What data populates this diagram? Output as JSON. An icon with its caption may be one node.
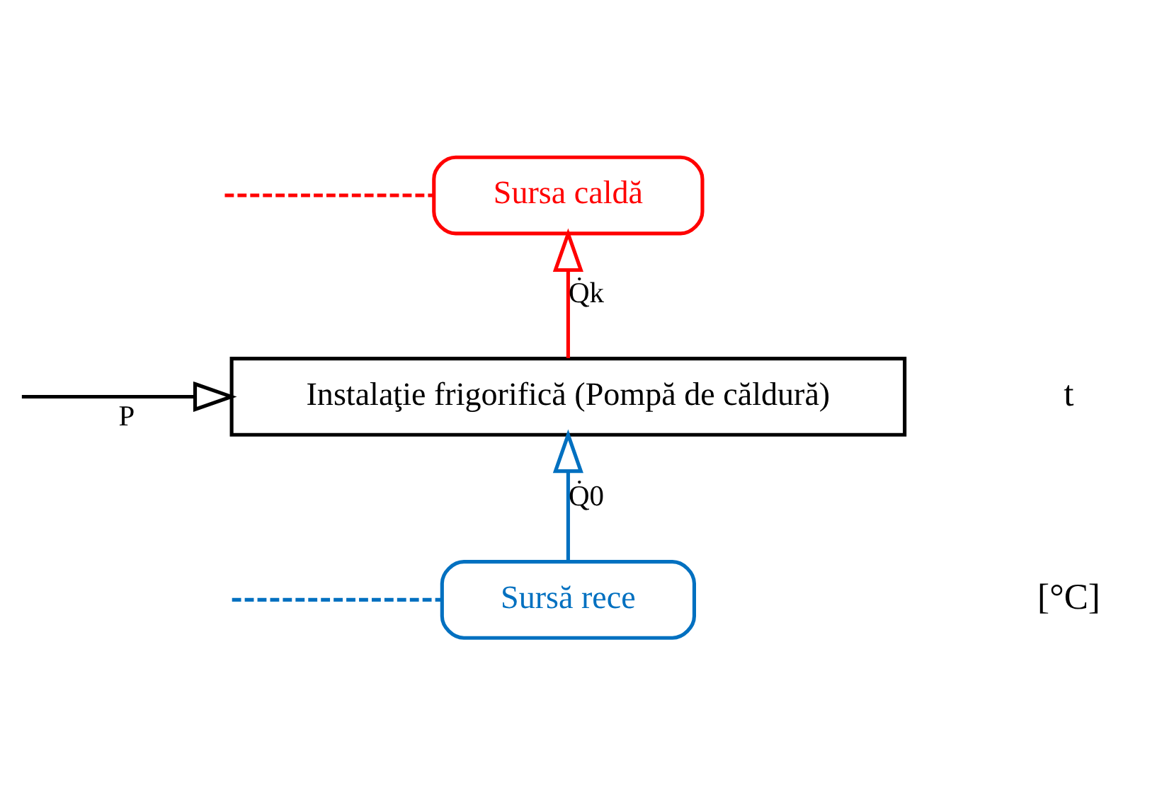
{
  "diagram": {
    "nodes": [
      {
        "text": [
          "Sursa caldă"
        ]
      },
      {
        "text": [
          "Instalaţie frigorifică (Pompă de căldură)"
        ]
      },
      {
        "text": [
          "Sursă rece"
        ]
      }
    ],
    "edges": [
      {
        "from": 2,
        "to": 1,
        "arrow": "to",
        "label": "Q̇0",
        "color": "#0070c0"
      },
      {
        "from": 1,
        "to": 0,
        "arrow": "to",
        "label": "Q̇k",
        "color": "#ff0000"
      },
      {
        "from": null,
        "to": 1,
        "arrow": "to",
        "label": "P",
        "color": "#000000"
      },
      {
        "from": null,
        "to": 0,
        "arrow": "none",
        "style": "dashed",
        "color": "#ff0000"
      },
      {
        "from": null,
        "to": 2,
        "arrow": "none",
        "style": "dashed",
        "color": "#0070c0"
      }
    ],
    "labels": [
      "t",
      "[°C]"
    ]
  }
}
